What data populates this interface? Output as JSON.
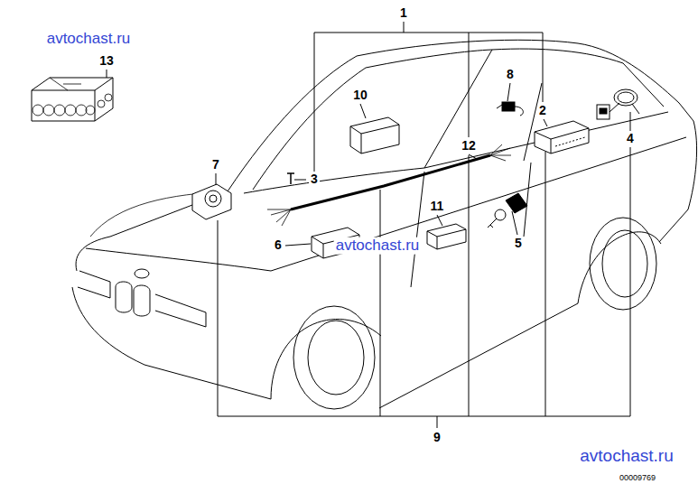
{
  "diagram": {
    "labels": [
      "avtochast.ru",
      "1",
      "13",
      "8",
      "10",
      "2",
      "12",
      "4",
      "7",
      "3",
      "11",
      "6",
      "avtochast.ru",
      "5",
      "9",
      "avtochast.ru",
      "00009769"
    ]
  }
}
